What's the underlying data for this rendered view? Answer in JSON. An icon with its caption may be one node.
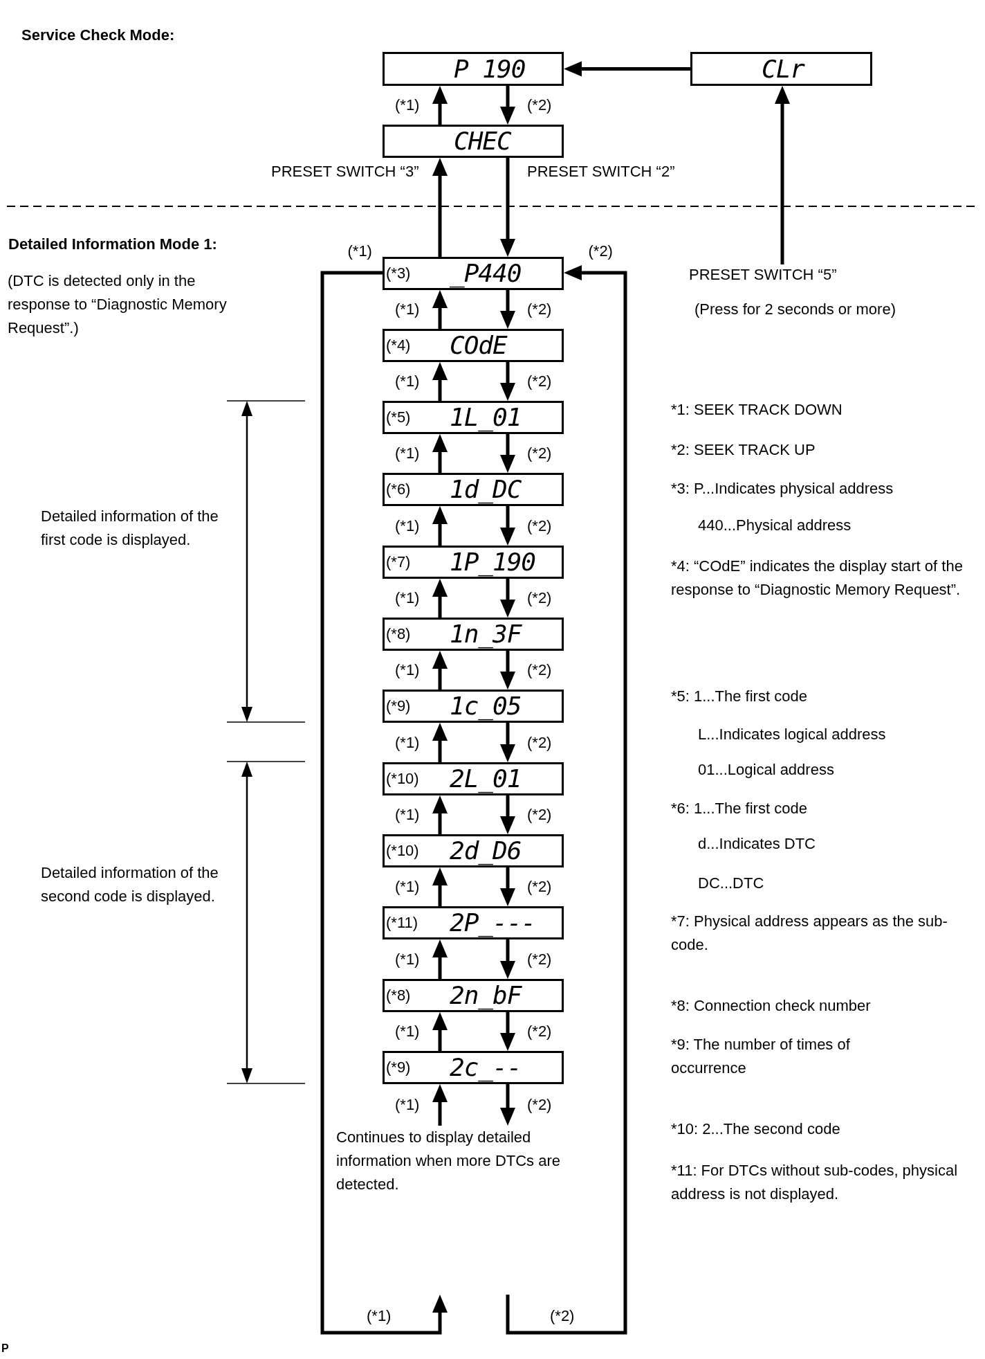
{
  "diagram": {
    "nodes": [
      {
        "text": [
          "P 190"
        ]
      },
      {
        "text": [
          "CLr"
        ]
      },
      {
        "text": [
          "CHEC"
        ]
      },
      {
        "text": [
          "PRESET SWITCH “5”",
          "(Press for 2 seconds or more)"
        ]
      },
      {
        "text": [
          "(*3)",
          "_P440"
        ]
      },
      {
        "text": [
          "(*4)",
          "COdE"
        ]
      },
      {
        "text": [
          "(*5)",
          "1L_01"
        ]
      },
      {
        "text": [
          "(*6)",
          "1d_DC"
        ]
      },
      {
        "text": [
          "(*7)",
          "1P_190"
        ]
      },
      {
        "text": [
          "(*8)",
          "1n_3F"
        ]
      },
      {
        "text": [
          "(*9)",
          "1c_05"
        ]
      },
      {
        "text": [
          "(*10)",
          "2L_01"
        ]
      },
      {
        "text": [
          "(*10)",
          "2d_D6"
        ]
      },
      {
        "text": [
          "(*11)",
          "2P_---"
        ]
      },
      {
        "text": [
          "(*8)",
          "2n_bF"
        ]
      },
      {
        "text": [
          "(*9)",
          "2c_--"
        ]
      },
      {
        "text": [
          "Continues to display detailed information when more DTCs are detected."
        ]
      }
    ],
    "edges": [
      {
        "from": 1,
        "to": 0,
        "arrow": "to"
      },
      {
        "from": 2,
        "to": 0,
        "arrow": "to",
        "label": "(*1)"
      },
      {
        "from": 0,
        "to": 2,
        "arrow": "to",
        "label": "(*2)"
      },
      {
        "from": 3,
        "to": 1,
        "arrow": "to"
      },
      {
        "from": 4,
        "to": 2,
        "arrow": "to",
        "label": "PRESET SWITCH “3”"
      },
      {
        "from": 2,
        "to": 4,
        "arrow": "to",
        "label": "PRESET SWITCH “2”"
      },
      {
        "from": 5,
        "to": 4,
        "arrow": "to",
        "label": "(*1)"
      },
      {
        "from": 4,
        "to": 5,
        "arrow": "to",
        "label": "(*2)"
      },
      {
        "from": 6,
        "to": 5,
        "arrow": "to",
        "label": "(*1)"
      },
      {
        "from": 5,
        "to": 6,
        "arrow": "to",
        "label": "(*2)"
      },
      {
        "from": 7,
        "to": 6,
        "arrow": "to",
        "label": "(*1)"
      },
      {
        "from": 6,
        "to": 7,
        "arrow": "to",
        "label": "(*2)"
      },
      {
        "from": 8,
        "to": 7,
        "arrow": "to",
        "label": "(*1)"
      },
      {
        "from": 7,
        "to": 8,
        "arrow": "to",
        "label": "(*2)"
      },
      {
        "from": 9,
        "to": 8,
        "arrow": "to",
        "label": "(*1)"
      },
      {
        "from": 8,
        "to": 9,
        "arrow": "to",
        "label": "(*2)"
      },
      {
        "from": 10,
        "to": 9,
        "arrow": "to",
        "label": "(*1)"
      },
      {
        "from": 9,
        "to": 10,
        "arrow": "to",
        "label": "(*2)"
      },
      {
        "from": 11,
        "to": 10,
        "arrow": "to",
        "label": "(*1)"
      },
      {
        "from": 10,
        "to": 11,
        "arrow": "to",
        "label": "(*2)"
      },
      {
        "from": 12,
        "to": 11,
        "arrow": "to",
        "label": "(*1)"
      },
      {
        "from": 11,
        "to": 12,
        "arrow": "to",
        "label": "(*2)"
      },
      {
        "from": 13,
        "to": 12,
        "arrow": "to",
        "label": "(*1)"
      },
      {
        "from": 12,
        "to": 13,
        "arrow": "to",
        "label": "(*2)"
      },
      {
        "from": 14,
        "to": 13,
        "arrow": "to",
        "label": "(*1)"
      },
      {
        "from": 13,
        "to": 14,
        "arrow": "to",
        "label": "(*2)"
      },
      {
        "from": 15,
        "to": 14,
        "arrow": "to",
        "label": "(*1)"
      },
      {
        "from": 14,
        "to": 15,
        "arrow": "to",
        "label": "(*2)"
      },
      {
        "from": 16,
        "to": 15,
        "arrow": "to",
        "label": "(*1)"
      },
      {
        "from": 15,
        "to": 16,
        "arrow": "to",
        "label": "(*2)"
      },
      {
        "from": 4,
        "to": null,
        "arrow": "to",
        "label": "(*1)"
      },
      {
        "from": null,
        "to": 4,
        "arrow": "to",
        "label": "(*2)"
      }
    ],
    "labels": [
      "Service Check Mode:",
      "Detailed Information Mode 1:",
      "(DTC is detected only in the response to “Diagnostic Memory Request”.)",
      "Detailed information of the first code is displayed.",
      "Detailed information of the second code is displayed.",
      "*1: SEEK TRACK DOWN",
      "*2: SEEK TRACK UP",
      "*3: P...Indicates physical address",
      "440...Physical address",
      "*4: “COdE” indicates the display start of the response to “Diagnostic Memory Request”.",
      "*5: 1...The first code",
      "L...Indicates logical address",
      "01...Logical address",
      "*6: 1...The first code",
      "d...Indicates DTC",
      "DC...DTC",
      "*7: Physical address appears as the sub-code.",
      "*8: Connection check number",
      "*9: The number of times of occurrence",
      "*10: 2...The second code",
      "*11: For DTCs without sub-codes, physical address is not displayed.",
      "(*1)",
      "(*2)",
      "P"
    ]
  }
}
